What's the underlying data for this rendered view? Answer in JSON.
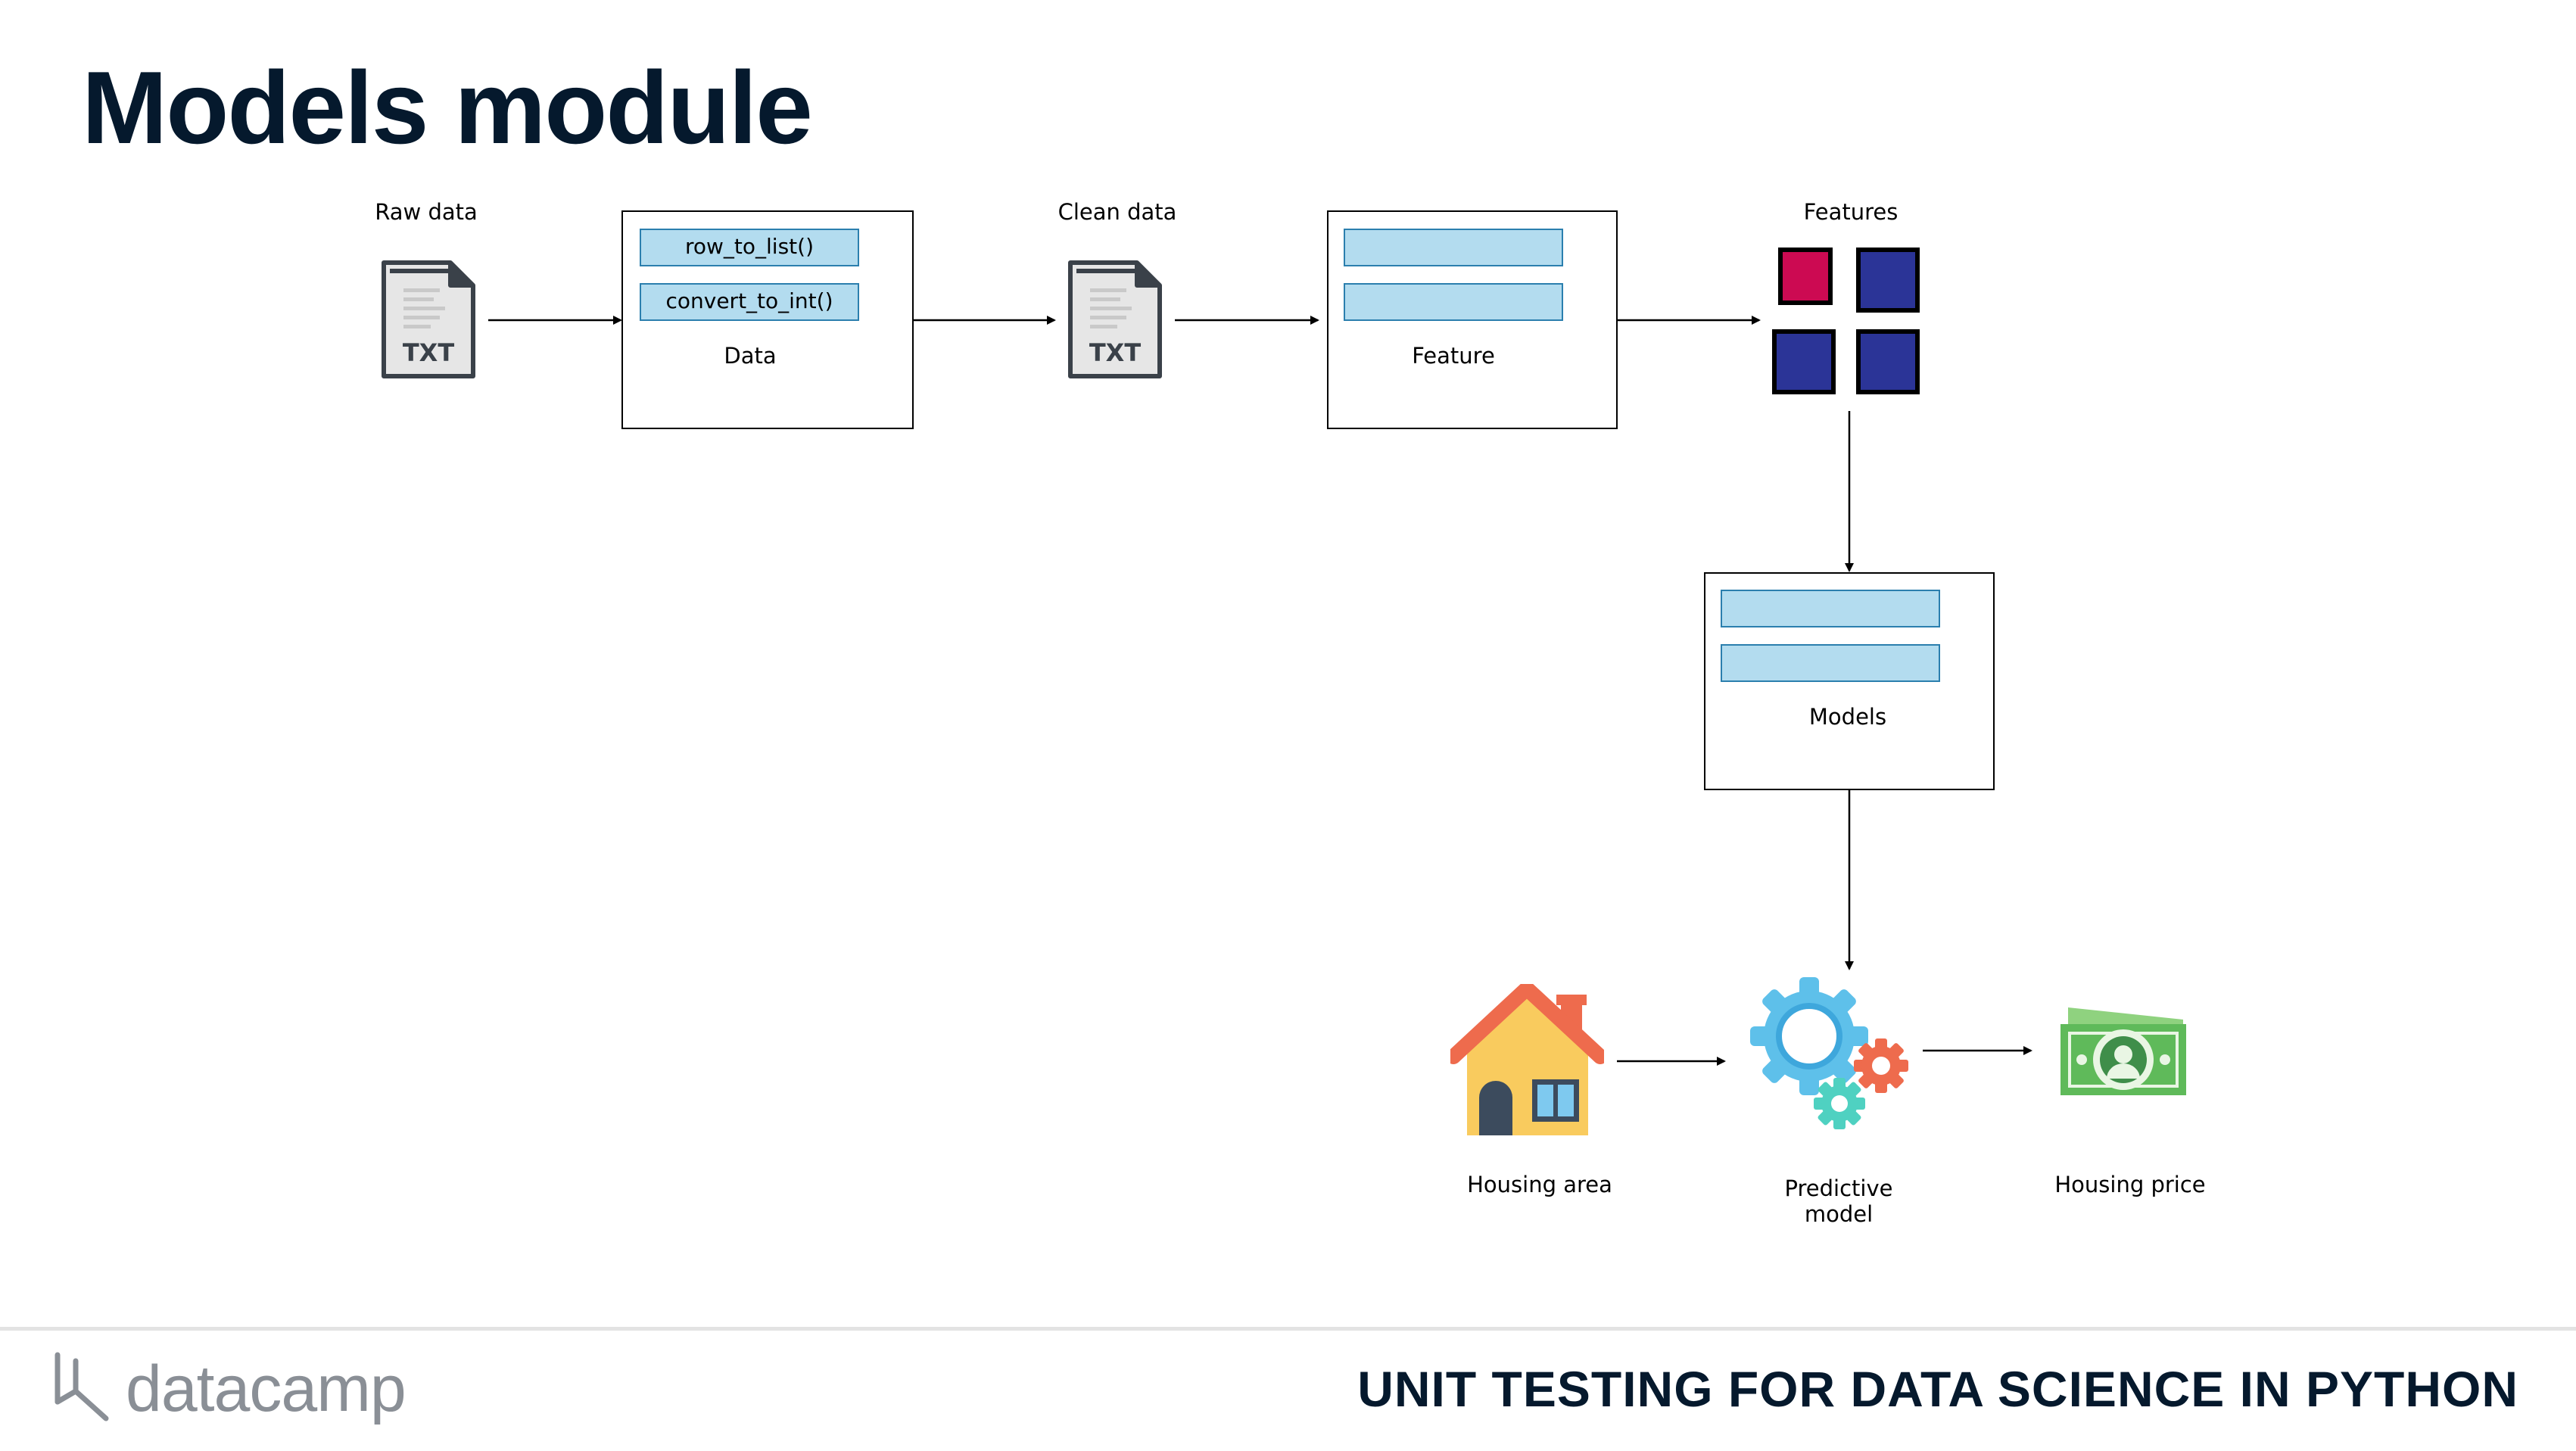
{
  "slide": {
    "title": "Models module",
    "course_title": "UNIT TESTING FOR DATA SCIENCE IN PYTHON",
    "brand": "datacamp"
  },
  "diagram": {
    "raw_data_label": "Raw data",
    "clean_data_label": "Clean data",
    "features_label": "Features",
    "file_icon_text": "TXT",
    "data_module": {
      "label": "Data",
      "functions": [
        "row_to_list()",
        "convert_to_int()"
      ]
    },
    "feature_module": {
      "label": "Feature"
    },
    "models_module": {
      "label": "Models"
    },
    "housing_area_label": "Housing area",
    "predictive_model_label": [
      "Predictive",
      "model"
    ],
    "housing_price_label": "Housing price"
  },
  "colors": {
    "title": "#05192d",
    "function_fill": "#b3dcef",
    "function_border": "#2b7fae",
    "feature_square_red": "#cc0a52",
    "feature_square_blue": "#2b3497",
    "logo_gray": "#8a8f96"
  }
}
